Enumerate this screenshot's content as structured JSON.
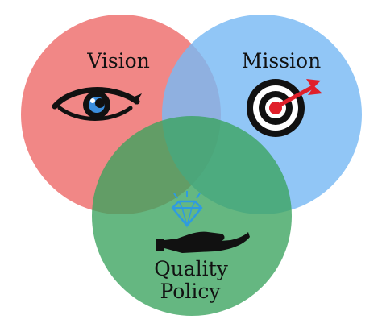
{
  "diagram": {
    "type": "venn",
    "circles": [
      {
        "id": "vision",
        "label": "Vision",
        "icon": "eye-icon",
        "color": "#f07d7c",
        "stroke": "#e56a6a"
      },
      {
        "id": "mission",
        "label": "Mission",
        "icon": "target-arrow-icon",
        "color": "#79baf4",
        "stroke": "#5fa9ee"
      },
      {
        "id": "quality",
        "label_lines": [
          "Quality",
          "Policy"
        ],
        "icon": "diamond-hand-icon",
        "color": "#3aa35d",
        "stroke": "#2e9050"
      }
    ],
    "overlap_tint": "#8e9ad6",
    "icon_color": "#111111",
    "accent_red": "#e01f2a",
    "accent_blue": "#3b8edd",
    "diamond_color": "#2f9be0"
  }
}
